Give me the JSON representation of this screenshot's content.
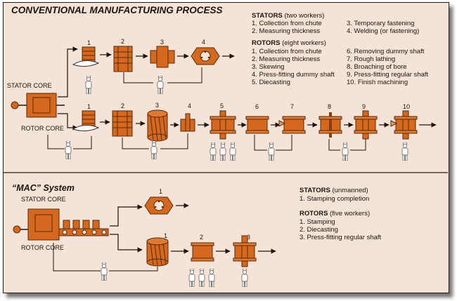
{
  "conventional": {
    "title": "CONVENTIONAL MANUFACTURING PROCESS",
    "stator_core_label": "STATOR CORE",
    "rotor_core_label": "ROTOR CORE",
    "stators": {
      "heading": "STATORS",
      "workers": "(two workers)",
      "steps": [
        "1. Collection from chute",
        "2. Measuring thickness",
        "3. Temporary fastening",
        "4. Welding (or fastening)"
      ]
    },
    "rotors": {
      "heading": "ROTORS",
      "workers": "(eight workers)",
      "steps": [
        "1. Collection from chute",
        "2. Measuring thickness",
        "3. Skewing",
        "4. Press-fitting dummy shaft",
        "5. Diecasting",
        "6. Removing dummy shaft",
        "7. Rough lathing",
        "8. Broaching of bore",
        "9. Press-fitting regular shaft",
        "10. Finish machining"
      ]
    },
    "stator_step_numbers": [
      "1",
      "2",
      "3",
      "4"
    ],
    "rotor_step_numbers": [
      "1",
      "2",
      "3",
      "4",
      "5",
      "6",
      "7",
      "8",
      "9",
      "10"
    ]
  },
  "mac": {
    "title": "“MAC” System",
    "stator_core_label": "STATOR CORE",
    "rotor_core_label": "ROTOR CORE",
    "stators": {
      "heading": "STATORS",
      "workers": "(unmanned)",
      "steps": [
        "1. Stamping completion"
      ]
    },
    "rotors": {
      "heading": "ROTORS",
      "workers": "(five workers)",
      "steps": [
        "1. Stamping",
        "2. Diecasting",
        "3. Press-fitting regular shaft"
      ]
    },
    "stator_step_numbers": [
      "1"
    ],
    "rotor_step_numbers": [
      "1",
      "2",
      "3"
    ]
  },
  "colors": {
    "part": "#d4681f",
    "part_dark": "#8a3d0e",
    "panel": "#f4e3d6",
    "line": "#1d1410"
  }
}
